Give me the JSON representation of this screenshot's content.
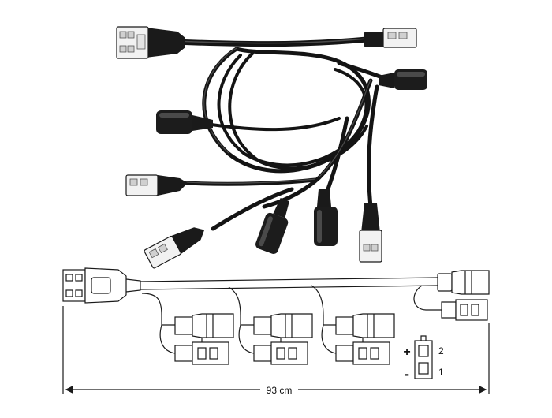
{
  "product": {
    "length_label": "93 cm",
    "polarity": {
      "plus_sign": "+",
      "minus_sign": "-",
      "pin_top": "2",
      "pin_bottom": "1"
    }
  },
  "colors": {
    "cable": "#141414",
    "cable_highlight": "#4a4a4a",
    "connector_white": "#f2f2f2",
    "outline": "#1a1a1a"
  }
}
